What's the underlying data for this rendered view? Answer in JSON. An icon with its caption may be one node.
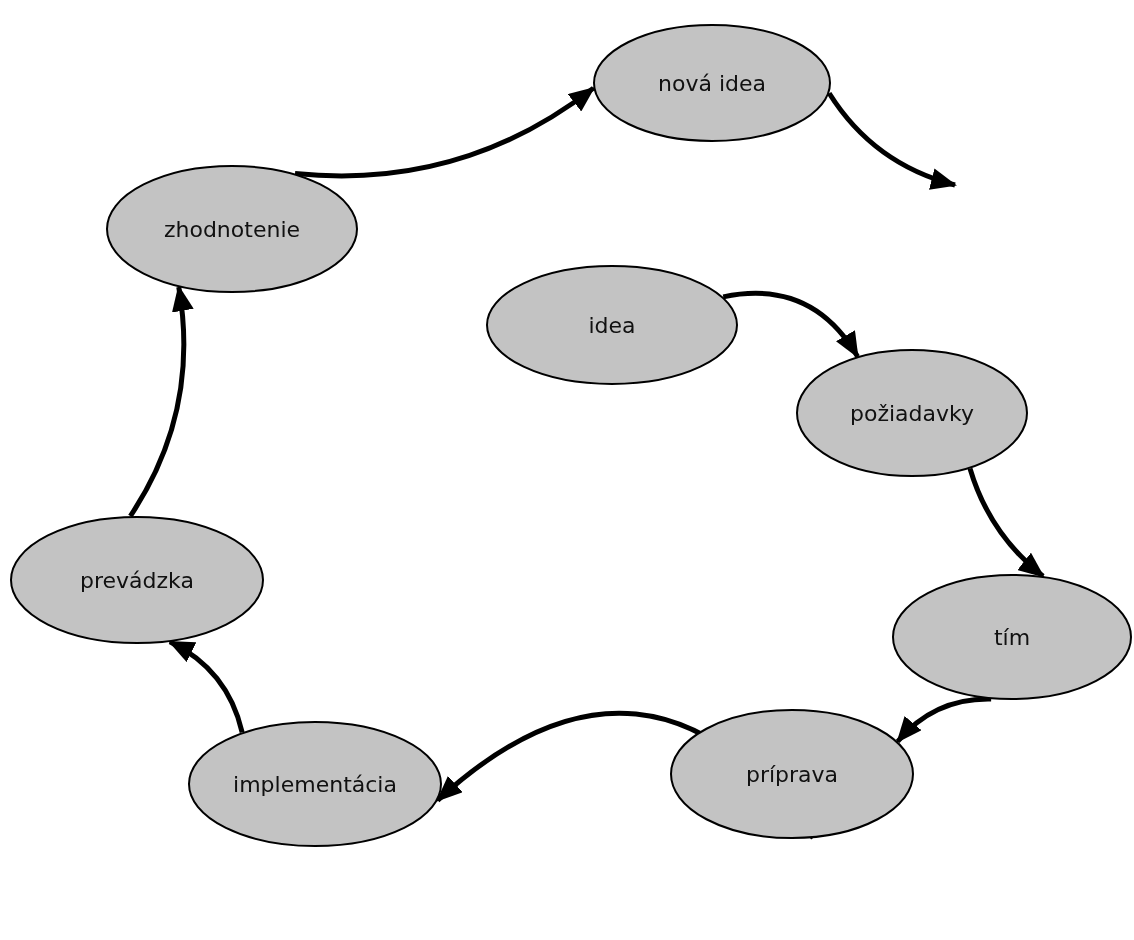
{
  "diagram": {
    "nodes": [
      {
        "text": [
          "nová idea"
        ]
      },
      {
        "text": [
          "zhodnotenie"
        ]
      },
      {
        "text": [
          "idea"
        ]
      },
      {
        "text": [
          "požiadavky"
        ]
      },
      {
        "text": [
          "tím"
        ]
      },
      {
        "text": [
          "príprava"
        ]
      },
      {
        "text": [
          "implementácia"
        ]
      },
      {
        "text": [
          "prevádzka"
        ]
      }
    ],
    "edges": [
      {
        "from": 2,
        "to": 3,
        "arrow": "to"
      },
      {
        "from": 3,
        "to": 4,
        "arrow": "to"
      },
      {
        "from": 4,
        "to": 5,
        "arrow": "to"
      },
      {
        "from": 5,
        "to": 6,
        "arrow": "to"
      },
      {
        "from": 6,
        "to": 7,
        "arrow": "to"
      },
      {
        "from": 7,
        "to": 1,
        "arrow": "to"
      },
      {
        "from": 1,
        "to": 0,
        "arrow": "to"
      },
      {
        "from": 0,
        "to": null,
        "arrow": "to"
      }
    ]
  }
}
